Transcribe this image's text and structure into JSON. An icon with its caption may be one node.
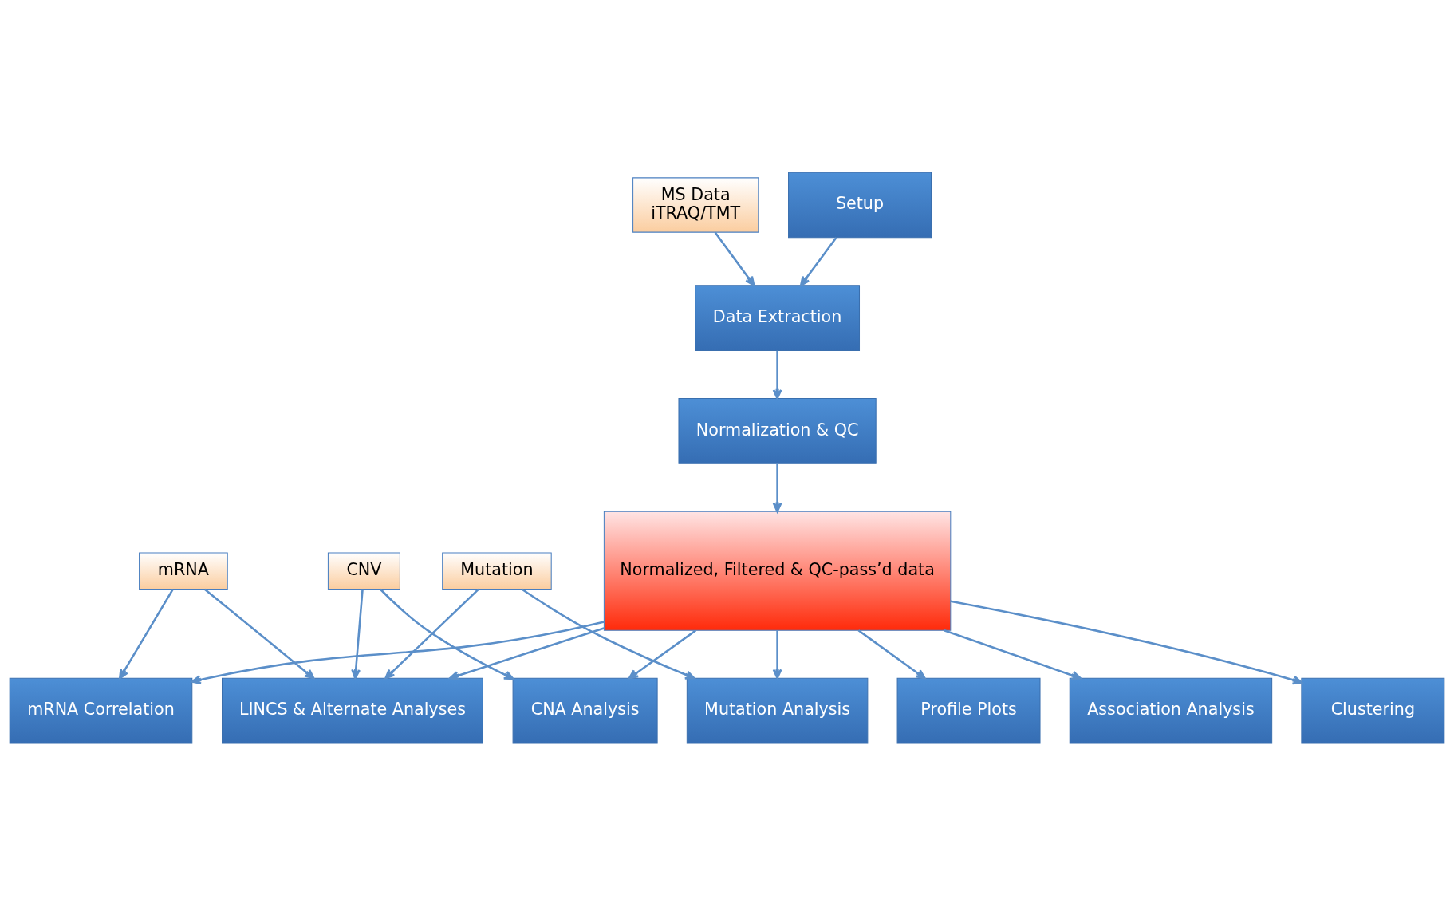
{
  "diagram": {
    "nodes": [
      {
        "text": [
          "MS Data",
          "iTRAQ/TMT"
        ]
      },
      {
        "text": [
          "Setup"
        ]
      },
      {
        "text": [
          "LINCS & Alternate Analyses"
        ]
      },
      {
        "text": [
          "Data Extraction"
        ]
      },
      {
        "text": [
          "Normalization & QC"
        ]
      },
      {
        "text": [
          "Normalized, Filtered & QC-pass’d data"
        ]
      },
      {
        "text": [
          "mRNA"
        ]
      },
      {
        "text": [
          "CNV"
        ]
      },
      {
        "text": [
          "Profile Plots"
        ]
      },
      {
        "text": [
          "mRNA Correlation"
        ]
      },
      {
        "text": [
          "Mutation"
        ]
      },
      {
        "text": [
          "CNA Analysis"
        ]
      },
      {
        "text": [
          "Association Analysis"
        ]
      },
      {
        "text": [
          "Clustering"
        ]
      },
      {
        "text": [
          "Mutation Analysis"
        ]
      }
    ],
    "edges": [
      {
        "from": 0,
        "to": 3,
        "arrow": "to"
      },
      {
        "from": 1,
        "to": 3,
        "arrow": "to"
      },
      {
        "from": 3,
        "to": 4,
        "arrow": "to"
      },
      {
        "from": 4,
        "to": 5,
        "arrow": "to"
      },
      {
        "from": 5,
        "to": 2,
        "arrow": "to"
      },
      {
        "from": 6,
        "to": 2,
        "arrow": "to"
      },
      {
        "from": 7,
        "to": 2,
        "arrow": "to"
      },
      {
        "from": 10,
        "to": 2,
        "arrow": "to"
      },
      {
        "from": 6,
        "to": 9,
        "arrow": "to"
      },
      {
        "from": 7,
        "to": 11,
        "arrow": "to"
      },
      {
        "from": 10,
        "to": 14,
        "arrow": "to"
      },
      {
        "from": 5,
        "to": 8,
        "arrow": "to"
      },
      {
        "from": 5,
        "to": 9,
        "arrow": "to"
      },
      {
        "from": 5,
        "to": 12,
        "arrow": "to"
      },
      {
        "from": 5,
        "to": 13,
        "arrow": "to"
      },
      {
        "from": 5,
        "to": 11,
        "arrow": "to"
      },
      {
        "from": 5,
        "to": 14,
        "arrow": "to"
      }
    ]
  }
}
